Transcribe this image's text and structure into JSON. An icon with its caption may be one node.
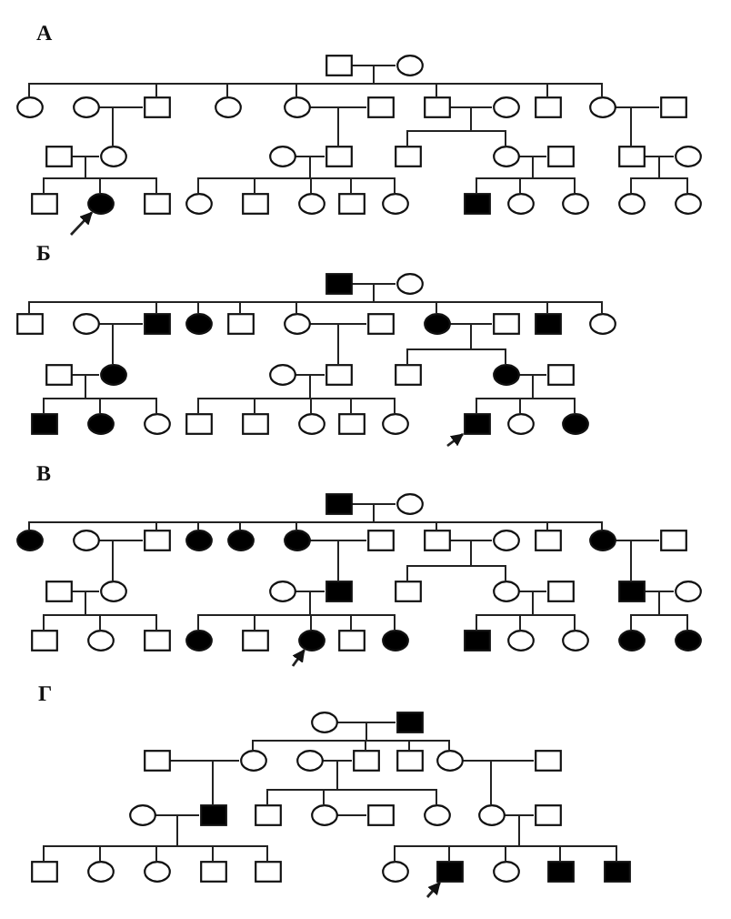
{
  "diagram": {
    "nodes": [
      {
        "text": [],
        "shape": "box"
      },
      {
        "text": [],
        "shape": "circle"
      },
      {
        "text": [],
        "shape": "circle"
      },
      {
        "text": [],
        "shape": "circle"
      },
      {
        "text": [],
        "shape": "box"
      },
      {
        "text": [],
        "shape": "circle"
      },
      {
        "text": [],
        "shape": "circle"
      },
      {
        "text": [],
        "shape": "box"
      },
      {
        "text": [],
        "shape": "box"
      },
      {
        "text": [],
        "shape": "circle"
      },
      {
        "text": [],
        "shape": "box"
      },
      {
        "text": [],
        "shape": "circle"
      },
      {
        "text": [],
        "shape": "box"
      },
      {
        "text": [],
        "shape": "box"
      },
      {
        "text": [],
        "shape": "circle"
      },
      {
        "text": [],
        "shape": "circle"
      },
      {
        "text": [],
        "shape": "box"
      },
      {
        "text": [],
        "shape": "box"
      },
      {
        "text": [],
        "shape": "circle"
      },
      {
        "text": [],
        "shape": "box"
      },
      {
        "text": [],
        "shape": "box"
      },
      {
        "text": [],
        "shape": "circle"
      },
      {
        "text": [],
        "shape": "box"
      },
      {
        "text": [],
        "shape": "circle"
      },
      {
        "text": [],
        "shape": "box"
      },
      {
        "text": [],
        "shape": "circle"
      },
      {
        "text": [],
        "shape": "box"
      },
      {
        "text": [],
        "shape": "circle"
      },
      {
        "text": [],
        "shape": "box"
      },
      {
        "text": [],
        "shape": "circle"
      },
      {
        "text": [],
        "shape": "box"
      },
      {
        "text": [],
        "shape": "circle"
      },
      {
        "text": [],
        "shape": "circle"
      },
      {
        "text": [],
        "shape": "circle"
      },
      {
        "text": [],
        "shape": "circle"
      },
      {
        "text": [],
        "shape": "box"
      },
      {
        "text": [],
        "shape": "circle"
      },
      {
        "text": [],
        "shape": "box"
      },
      {
        "text": [],
        "shape": "circle"
      },
      {
        "text": [],
        "shape": "box"
      },
      {
        "text": [],
        "shape": "circle"
      },
      {
        "text": [],
        "shape": "box"
      },
      {
        "text": [],
        "shape": "circle"
      },
      {
        "text": [],
        "shape": "box"
      },
      {
        "text": [],
        "shape": "circle"
      },
      {
        "text": [],
        "shape": "box"
      },
      {
        "text": [],
        "shape": "box"
      },
      {
        "text": [],
        "shape": "circle"
      },
      {
        "text": [],
        "shape": "box"
      },
      {
        "text": [],
        "shape": "circle"
      },
      {
        "text": [],
        "shape": "circle"
      },
      {
        "text": [],
        "shape": "box"
      },
      {
        "text": [],
        "shape": "box"
      },
      {
        "text": [],
        "shape": "circle"
      },
      {
        "text": [],
        "shape": "box"
      },
      {
        "text": [],
        "shape": "box"
      },
      {
        "text": [],
        "shape": "circle"
      },
      {
        "text": [],
        "shape": "circle"
      },
      {
        "text": [],
        "shape": "box"
      },
      {
        "text": [],
        "shape": "box"
      },
      {
        "text": [],
        "shape": "circle"
      },
      {
        "text": [],
        "shape": "box"
      },
      {
        "text": [],
        "shape": "circle"
      },
      {
        "text": [],
        "shape": "box"
      },
      {
        "text": [],
        "shape": "circle"
      },
      {
        "text": [],
        "shape": "circle"
      },
      {
        "text": [],
        "shape": "box"
      },
      {
        "text": [],
        "shape": "circle"
      },
      {
        "text": [],
        "shape": "circle"
      },
      {
        "text": [],
        "shape": "circle"
      },
      {
        "text": [],
        "shape": "box"
      },
      {
        "text": [],
        "shape": "circle"
      },
      {
        "text": [],
        "shape": "circle"
      },
      {
        "text": [],
        "shape": "circle"
      },
      {
        "text": [],
        "shape": "box"
      },
      {
        "text": [],
        "shape": "box"
      },
      {
        "text": [],
        "shape": "circle"
      },
      {
        "text": [],
        "shape": "box"
      },
      {
        "text": [],
        "shape": "circle"
      },
      {
        "text": [],
        "shape": "box"
      },
      {
        "text": [],
        "shape": "box"
      },
      {
        "text": [],
        "shape": "circle"
      },
      {
        "text": [],
        "shape": "circle"
      },
      {
        "text": [],
        "shape": "box"
      },
      {
        "text": [],
        "shape": "box"
      },
      {
        "text": [],
        "shape": "circle"
      },
      {
        "text": [],
        "shape": "box"
      },
      {
        "text": [],
        "shape": "box"
      },
      {
        "text": [],
        "shape": "circle"
      },
      {
        "text": [],
        "shape": "box"
      },
      {
        "text": [],
        "shape": "circle"
      },
      {
        "text": [],
        "shape": "box"
      },
      {
        "text": [],
        "shape": "circle"
      },
      {
        "text": [],
        "shape": "box"
      },
      {
        "text": [],
        "shape": "circle"
      },
      {
        "text": [],
        "shape": "box"
      },
      {
        "text": [],
        "shape": "circle"
      },
      {
        "text": [],
        "shape": "box"
      },
      {
        "text": [],
        "shape": "circle"
      },
      {
        "text": [],
        "shape": "circle"
      },
      {
        "text": [],
        "shape": "circle"
      },
      {
        "text": [],
        "shape": "circle"
      },
      {
        "text": [],
        "shape": "circle"
      },
      {
        "text": [],
        "shape": "box"
      },
      {
        "text": [],
        "shape": "box"
      },
      {
        "text": [],
        "shape": "circle"
      },
      {
        "text": [],
        "shape": "circle"
      },
      {
        "text": [],
        "shape": "box"
      },
      {
        "text": [],
        "shape": "box"
      },
      {
        "text": [],
        "shape": "circle"
      },
      {
        "text": [],
        "shape": "box"
      },
      {
        "text": [],
        "shape": "circle"
      },
      {
        "text": [],
        "shape": "box"
      },
      {
        "text": [],
        "shape": "box"
      },
      {
        "text": [],
        "shape": "circle"
      },
      {
        "text": [],
        "shape": "box"
      },
      {
        "text": [],
        "shape": "circle"
      },
      {
        "text": [],
        "shape": "circle"
      },
      {
        "text": [],
        "shape": "box"
      },
      {
        "text": [],
        "shape": "box"
      },
      {
        "text": [],
        "shape": "circle"
      },
      {
        "text": [],
        "shape": "circle"
      },
      {
        "text": [],
        "shape": "box"
      },
      {
        "text": [],
        "shape": "box"
      },
      {
        "text": [],
        "shape": "circle"
      },
      {
        "text": [],
        "shape": "box"
      },
      {
        "text": [],
        "shape": "circle"
      },
      {
        "text": [],
        "shape": "box"
      },
      {
        "text": [],
        "shape": "box"
      }
    ],
    "edges": [
      {
        "from": 0,
        "to": 1,
        "arrow": "none"
      },
      {
        "from": 0,
        "to": 2,
        "arrow": "none"
      },
      {
        "from": 1,
        "to": 2,
        "arrow": "none"
      },
      {
        "from": 0,
        "to": 4,
        "arrow": "none"
      },
      {
        "from": 1,
        "to": 4,
        "arrow": "none"
      },
      {
        "from": 0,
        "to": 5,
        "arrow": "none"
      },
      {
        "from": 1,
        "to": 5,
        "arrow": "none"
      },
      {
        "from": 0,
        "to": 6,
        "arrow": "none"
      },
      {
        "from": 1,
        "to": 6,
        "arrow": "none"
      },
      {
        "from": 0,
        "to": 8,
        "arrow": "none"
      },
      {
        "from": 1,
        "to": 8,
        "arrow": "none"
      },
      {
        "from": 0,
        "to": 10,
        "arrow": "none"
      },
      {
        "from": 1,
        "to": 10,
        "arrow": "none"
      },
      {
        "from": 0,
        "to": 11,
        "arrow": "none"
      },
      {
        "from": 1,
        "to": 11,
        "arrow": "none"
      },
      {
        "from": 3,
        "to": 4,
        "arrow": "none"
      },
      {
        "from": 3,
        "to": 14,
        "arrow": "none"
      },
      {
        "from": 4,
        "to": 14,
        "arrow": "none"
      },
      {
        "from": 6,
        "to": 7,
        "arrow": "none"
      },
      {
        "from": 6,
        "to": 16,
        "arrow": "none"
      },
      {
        "from": 7,
        "to": 16,
        "arrow": "none"
      },
      {
        "from": 8,
        "to": 9,
        "arrow": "none"
      },
      {
        "from": 8,
        "to": 17,
        "arrow": "none"
      },
      {
        "from": 9,
        "to": 17,
        "arrow": "none"
      },
      {
        "from": 8,
        "to": 18,
        "arrow": "none"
      },
      {
        "from": 9,
        "to": 18,
        "arrow": "none"
      },
      {
        "from": 11,
        "to": 12,
        "arrow": "none"
      },
      {
        "from": 11,
        "to": 20,
        "arrow": "none"
      },
      {
        "from": 12,
        "to": 20,
        "arrow": "none"
      },
      {
        "from": 13,
        "to": 14,
        "arrow": "none"
      },
      {
        "from": 13,
        "to": 22,
        "arrow": "none"
      },
      {
        "from": 14,
        "to": 22,
        "arrow": "none"
      },
      {
        "from": 13,
        "to": 23,
        "arrow": "none"
      },
      {
        "from": 14,
        "to": 23,
        "arrow": "none"
      },
      {
        "from": 13,
        "to": 24,
        "arrow": "none"
      },
      {
        "from": 14,
        "to": 24,
        "arrow": "none"
      },
      {
        "from": 15,
        "to": 16,
        "arrow": "none"
      },
      {
        "from": 15,
        "to": 25,
        "arrow": "none"
      },
      {
        "from": 16,
        "to": 25,
        "arrow": "none"
      },
      {
        "from": 15,
        "to": 26,
        "arrow": "none"
      },
      {
        "from": 16,
        "to": 26,
        "arrow": "none"
      },
      {
        "from": 15,
        "to": 27,
        "arrow": "none"
      },
      {
        "from": 16,
        "to": 27,
        "arrow": "none"
      },
      {
        "from": 15,
        "to": 28,
        "arrow": "none"
      },
      {
        "from": 16,
        "to": 28,
        "arrow": "none"
      },
      {
        "from": 15,
        "to": 29,
        "arrow": "none"
      },
      {
        "from": 16,
        "to": 29,
        "arrow": "none"
      },
      {
        "from": 18,
        "to": 19,
        "arrow": "none"
      },
      {
        "from": 18,
        "to": 30,
        "arrow": "none"
      },
      {
        "from": 19,
        "to": 30,
        "arrow": "none"
      },
      {
        "from": 18,
        "to": 31,
        "arrow": "none"
      },
      {
        "from": 19,
        "to": 31,
        "arrow": "none"
      },
      {
        "from": 18,
        "to": 32,
        "arrow": "none"
      },
      {
        "from": 19,
        "to": 32,
        "arrow": "none"
      },
      {
        "from": 20,
        "to": 21,
        "arrow": "none"
      },
      {
        "from": 20,
        "to": 33,
        "arrow": "none"
      },
      {
        "from": 21,
        "to": 33,
        "arrow": "none"
      },
      {
        "from": 20,
        "to": 34,
        "arrow": "none"
      },
      {
        "from": 21,
        "to": 34,
        "arrow": "none"
      },
      {
        "from": null,
        "to": 23,
        "arrow": "to"
      },
      {
        "from": 35,
        "to": 36,
        "arrow": "none"
      },
      {
        "from": 35,
        "to": 37,
        "arrow": "none"
      },
      {
        "from": 36,
        "to": 37,
        "arrow": "none"
      },
      {
        "from": 35,
        "to": 39,
        "arrow": "none"
      },
      {
        "from": 36,
        "to": 39,
        "arrow": "none"
      },
      {
        "from": 35,
        "to": 40,
        "arrow": "none"
      },
      {
        "from": 36,
        "to": 40,
        "arrow": "none"
      },
      {
        "from": 35,
        "to": 41,
        "arrow": "none"
      },
      {
        "from": 36,
        "to": 41,
        "arrow": "none"
      },
      {
        "from": 35,
        "to": 42,
        "arrow": "none"
      },
      {
        "from": 36,
        "to": 42,
        "arrow": "none"
      },
      {
        "from": 35,
        "to": 44,
        "arrow": "none"
      },
      {
        "from": 36,
        "to": 44,
        "arrow": "none"
      },
      {
        "from": 35,
        "to": 46,
        "arrow": "none"
      },
      {
        "from": 36,
        "to": 46,
        "arrow": "none"
      },
      {
        "from": 35,
        "to": 47,
        "arrow": "none"
      },
      {
        "from": 36,
        "to": 47,
        "arrow": "none"
      },
      {
        "from": 38,
        "to": 39,
        "arrow": "none"
      },
      {
        "from": 38,
        "to": 49,
        "arrow": "none"
      },
      {
        "from": 39,
        "to": 49,
        "arrow": "none"
      },
      {
        "from": 42,
        "to": 43,
        "arrow": "none"
      },
      {
        "from": 42,
        "to": 51,
        "arrow": "none"
      },
      {
        "from": 43,
        "to": 51,
        "arrow": "none"
      },
      {
        "from": 44,
        "to": 45,
        "arrow": "none"
      },
      {
        "from": 44,
        "to": 52,
        "arrow": "none"
      },
      {
        "from": 45,
        "to": 52,
        "arrow": "none"
      },
      {
        "from": 44,
        "to": 53,
        "arrow": "none"
      },
      {
        "from": 45,
        "to": 53,
        "arrow": "none"
      },
      {
        "from": 48,
        "to": 49,
        "arrow": "none"
      },
      {
        "from": 48,
        "to": 55,
        "arrow": "none"
      },
      {
        "from": 49,
        "to": 55,
        "arrow": "none"
      },
      {
        "from": 48,
        "to": 56,
        "arrow": "none"
      },
      {
        "from": 49,
        "to": 56,
        "arrow": "none"
      },
      {
        "from": 48,
        "to": 57,
        "arrow": "none"
      },
      {
        "from": 49,
        "to": 57,
        "arrow": "none"
      },
      {
        "from": 50,
        "to": 51,
        "arrow": "none"
      },
      {
        "from": 50,
        "to": 58,
        "arrow": "none"
      },
      {
        "from": 51,
        "to": 58,
        "arrow": "none"
      },
      {
        "from": 50,
        "to": 59,
        "arrow": "none"
      },
      {
        "from": 51,
        "to": 59,
        "arrow": "none"
      },
      {
        "from": 50,
        "to": 60,
        "arrow": "none"
      },
      {
        "from": 51,
        "to": 60,
        "arrow": "none"
      },
      {
        "from": 50,
        "to": 61,
        "arrow": "none"
      },
      {
        "from": 51,
        "to": 61,
        "arrow": "none"
      },
      {
        "from": 50,
        "to": 62,
        "arrow": "none"
      },
      {
        "from": 51,
        "to": 62,
        "arrow": "none"
      },
      {
        "from": 53,
        "to": 54,
        "arrow": "none"
      },
      {
        "from": 53,
        "to": 63,
        "arrow": "none"
      },
      {
        "from": 54,
        "to": 63,
        "arrow": "none"
      },
      {
        "from": 53,
        "to": 64,
        "arrow": "none"
      },
      {
        "from": 54,
        "to": 64,
        "arrow": "none"
      },
      {
        "from": 53,
        "to": 65,
        "arrow": "none"
      },
      {
        "from": 54,
        "to": 65,
        "arrow": "none"
      },
      {
        "from": null,
        "to": 63,
        "arrow": "to"
      },
      {
        "from": 66,
        "to": 67,
        "arrow": "none"
      },
      {
        "from": 66,
        "to": 68,
        "arrow": "none"
      },
      {
        "from": 67,
        "to": 68,
        "arrow": "none"
      },
      {
        "from": 66,
        "to": 70,
        "arrow": "none"
      },
      {
        "from": 67,
        "to": 70,
        "arrow": "none"
      },
      {
        "from": 66,
        "to": 71,
        "arrow": "none"
      },
      {
        "from": 67,
        "to": 71,
        "arrow": "none"
      },
      {
        "from": 66,
        "to": 72,
        "arrow": "none"
      },
      {
        "from": 67,
        "to": 72,
        "arrow": "none"
      },
      {
        "from": 66,
        "to": 73,
        "arrow": "none"
      },
      {
        "from": 67,
        "to": 73,
        "arrow": "none"
      },
      {
        "from": 66,
        "to": 75,
        "arrow": "none"
      },
      {
        "from": 67,
        "to": 75,
        "arrow": "none"
      },
      {
        "from": 66,
        "to": 77,
        "arrow": "none"
      },
      {
        "from": 67,
        "to": 77,
        "arrow": "none"
      },
      {
        "from": 66,
        "to": 78,
        "arrow": "none"
      },
      {
        "from": 67,
        "to": 78,
        "arrow": "none"
      },
      {
        "from": 69,
        "to": 70,
        "arrow": "none"
      },
      {
        "from": 69,
        "to": 81,
        "arrow": "none"
      },
      {
        "from": 70,
        "to": 81,
        "arrow": "none"
      },
      {
        "from": 73,
        "to": 74,
        "arrow": "none"
      },
      {
        "from": 73,
        "to": 83,
        "arrow": "none"
      },
      {
        "from": 74,
        "to": 83,
        "arrow": "none"
      },
      {
        "from": 75,
        "to": 76,
        "arrow": "none"
      },
      {
        "from": 75,
        "to": 84,
        "arrow": "none"
      },
      {
        "from": 76,
        "to": 84,
        "arrow": "none"
      },
      {
        "from": 75,
        "to": 85,
        "arrow": "none"
      },
      {
        "from": 76,
        "to": 85,
        "arrow": "none"
      },
      {
        "from": 78,
        "to": 79,
        "arrow": "none"
      },
      {
        "from": 78,
        "to": 87,
        "arrow": "none"
      },
      {
        "from": 79,
        "to": 87,
        "arrow": "none"
      },
      {
        "from": 80,
        "to": 81,
        "arrow": "none"
      },
      {
        "from": 80,
        "to": 89,
        "arrow": "none"
      },
      {
        "from": 81,
        "to": 89,
        "arrow": "none"
      },
      {
        "from": 80,
        "to": 90,
        "arrow": "none"
      },
      {
        "from": 81,
        "to": 90,
        "arrow": "none"
      },
      {
        "from": 80,
        "to": 91,
        "arrow": "none"
      },
      {
        "from": 81,
        "to": 91,
        "arrow": "none"
      },
      {
        "from": 82,
        "to": 83,
        "arrow": "none"
      },
      {
        "from": 82,
        "to": 92,
        "arrow": "none"
      },
      {
        "from": 83,
        "to": 92,
        "arrow": "none"
      },
      {
        "from": 82,
        "to": 93,
        "arrow": "none"
      },
      {
        "from": 83,
        "to": 93,
        "arrow": "none"
      },
      {
        "from": 82,
        "to": 94,
        "arrow": "none"
      },
      {
        "from": 83,
        "to": 94,
        "arrow": "none"
      },
      {
        "from": 82,
        "to": 95,
        "arrow": "none"
      },
      {
        "from": 83,
        "to": 95,
        "arrow": "none"
      },
      {
        "from": 82,
        "to": 96,
        "arrow": "none"
      },
      {
        "from": 83,
        "to": 96,
        "arrow": "none"
      },
      {
        "from": 85,
        "to": 86,
        "arrow": "none"
      },
      {
        "from": 85,
        "to": 97,
        "arrow": "none"
      },
      {
        "from": 86,
        "to": 97,
        "arrow": "none"
      },
      {
        "from": 85,
        "to": 98,
        "arrow": "none"
      },
      {
        "from": 86,
        "to": 98,
        "arrow": "none"
      },
      {
        "from": 85,
        "to": 99,
        "arrow": "none"
      },
      {
        "from": 86,
        "to": 99,
        "arrow": "none"
      },
      {
        "from": 87,
        "to": 88,
        "arrow": "none"
      },
      {
        "from": 87,
        "to": 100,
        "arrow": "none"
      },
      {
        "from": 88,
        "to": 100,
        "arrow": "none"
      },
      {
        "from": 87,
        "to": 101,
        "arrow": "none"
      },
      {
        "from": 88,
        "to": 101,
        "arrow": "none"
      },
      {
        "from": null,
        "to": 94,
        "arrow": "to"
      },
      {
        "from": 102,
        "to": 103,
        "arrow": "none"
      },
      {
        "from": 102,
        "to": 105,
        "arrow": "none"
      },
      {
        "from": 103,
        "to": 105,
        "arrow": "none"
      },
      {
        "from": 102,
        "to": 107,
        "arrow": "none"
      },
      {
        "from": 103,
        "to": 107,
        "arrow": "none"
      },
      {
        "from": 102,
        "to": 108,
        "arrow": "none"
      },
      {
        "from": 103,
        "to": 108,
        "arrow": "none"
      },
      {
        "from": 102,
        "to": 109,
        "arrow": "none"
      },
      {
        "from": 103,
        "to": 109,
        "arrow": "none"
      },
      {
        "from": 104,
        "to": 105,
        "arrow": "none"
      },
      {
        "from": 104,
        "to": 112,
        "arrow": "none"
      },
      {
        "from": 105,
        "to": 112,
        "arrow": "none"
      },
      {
        "from": 106,
        "to": 107,
        "arrow": "none"
      },
      {
        "from": 106,
        "to": 113,
        "arrow": "none"
      },
      {
        "from": 107,
        "to": 113,
        "arrow": "none"
      },
      {
        "from": 106,
        "to": 114,
        "arrow": "none"
      },
      {
        "from": 107,
        "to": 114,
        "arrow": "none"
      },
      {
        "from": 106,
        "to": 116,
        "arrow": "none"
      },
      {
        "from": 107,
        "to": 116,
        "arrow": "none"
      },
      {
        "from": 109,
        "to": 110,
        "arrow": "none"
      },
      {
        "from": 109,
        "to": 117,
        "arrow": "none"
      },
      {
        "from": 110,
        "to": 117,
        "arrow": "none"
      },
      {
        "from": 111,
        "to": 112,
        "arrow": "none"
      },
      {
        "from": 111,
        "to": 119,
        "arrow": "none"
      },
      {
        "from": 112,
        "to": 119,
        "arrow": "none"
      },
      {
        "from": 111,
        "to": 120,
        "arrow": "none"
      },
      {
        "from": 112,
        "to": 120,
        "arrow": "none"
      },
      {
        "from": 111,
        "to": 121,
        "arrow": "none"
      },
      {
        "from": 112,
        "to": 121,
        "arrow": "none"
      },
      {
        "from": 111,
        "to": 122,
        "arrow": "none"
      },
      {
        "from": 112,
        "to": 122,
        "arrow": "none"
      },
      {
        "from": 111,
        "to": 123,
        "arrow": "none"
      },
      {
        "from": 112,
        "to": 123,
        "arrow": "none"
      },
      {
        "from": 114,
        "to": 115,
        "arrow": "none"
      },
      {
        "from": 117,
        "to": 118,
        "arrow": "none"
      },
      {
        "from": 117,
        "to": 124,
        "arrow": "none"
      },
      {
        "from": 118,
        "to": 124,
        "arrow": "none"
      },
      {
        "from": 117,
        "to": 125,
        "arrow": "none"
      },
      {
        "from": 118,
        "to": 125,
        "arrow": "none"
      },
      {
        "from": 117,
        "to": 126,
        "arrow": "none"
      },
      {
        "from": 118,
        "to": 126,
        "arrow": "none"
      },
      {
        "from": 117,
        "to": 127,
        "arrow": "none"
      },
      {
        "from": 118,
        "to": 127,
        "arrow": "none"
      },
      {
        "from": 117,
        "to": 128,
        "arrow": "none"
      },
      {
        "from": 118,
        "to": 128,
        "arrow": "none"
      },
      {
        "from": null,
        "to": 125,
        "arrow": "to"
      }
    ],
    "labels": [
      "А",
      "Б",
      "В",
      "Г"
    ]
  }
}
